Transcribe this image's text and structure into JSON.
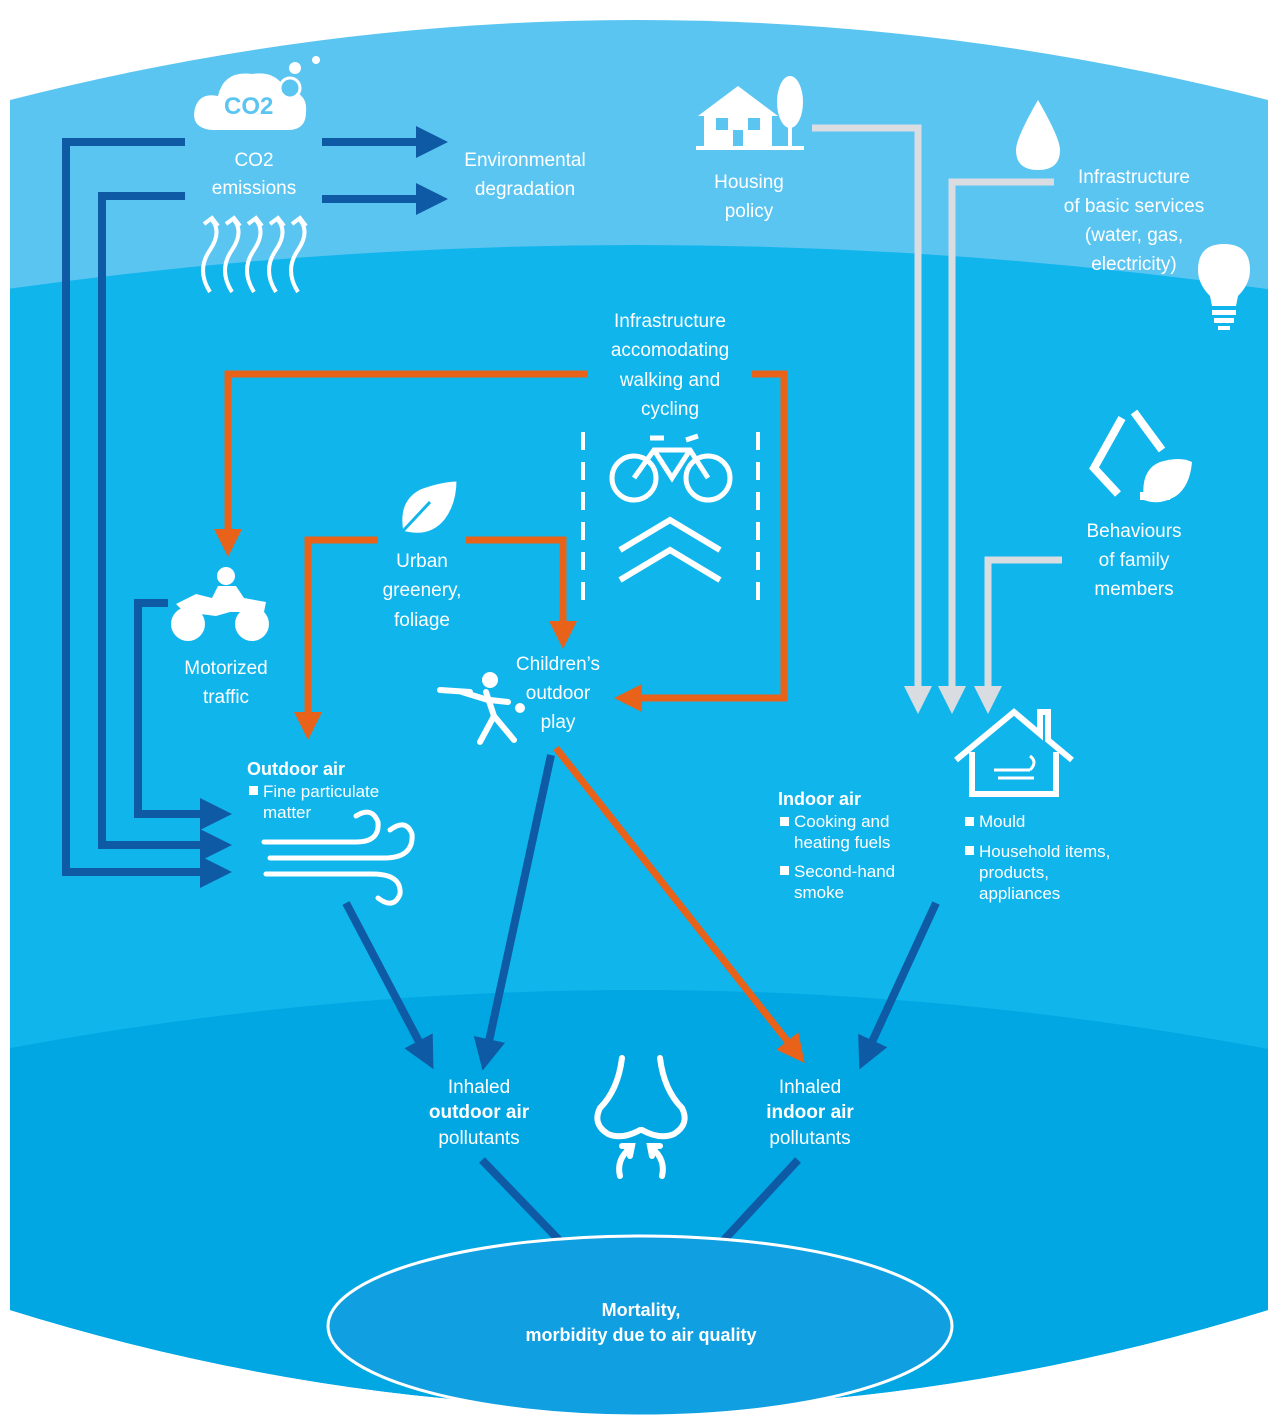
{
  "colors": {
    "band_top": "#5bc5f2",
    "band_mid": "#10b5ec",
    "band_bottom": "#00a7e3",
    "ellipse": "#109fe0",
    "dark_arrow": "#0f5aa5",
    "orange_arrow": "#e8621a",
    "grey_arrow": "#d9dde2",
    "text": "#ffffff"
  },
  "top": {
    "co2_cloud": "CO2",
    "co2_line1": "CO2",
    "co2_line2": "emissions",
    "env_line1": "Environmental",
    "env_line2": "degradation",
    "housing_line1": "Housing",
    "housing_line2": "policy",
    "infra_line1": "Infrastructure",
    "infra_line2": "of basic services",
    "infra_line3": "(water, gas,",
    "infra_line4": "electricity)"
  },
  "middle": {
    "walk_line1": "Infrastructure",
    "walk_line2": "accomodating",
    "walk_line3": "walking and",
    "walk_line4": "cycling",
    "green_line1": "Urban",
    "green_line2": "greenery,",
    "green_line3": "foliage",
    "traffic_line1": "Motorized",
    "traffic_line2": "traffic",
    "play_line1": "Children’s",
    "play_line2": "outdoor",
    "play_line3": "play",
    "behav_line1": "Behaviours",
    "behav_line2": "of family",
    "behav_line3": "members",
    "outdoor_title": "Outdoor air",
    "outdoor_item1a": "Fine particulate",
    "outdoor_item1b": "matter",
    "indoor_title": "Indoor air",
    "indoor_item1a": "Cooking and",
    "indoor_item1b": "heating fuels",
    "indoor_item2a": "Second-hand",
    "indoor_item2b": "smoke",
    "mould": "Mould",
    "household_a": "Household items,",
    "household_b": "products,",
    "household_c": "appliances"
  },
  "bottom": {
    "inhaled_out_1": "Inhaled",
    "inhaled_out_2": "outdoor air",
    "inhaled_out_3": "pollutants",
    "inhaled_in_1": "Inhaled",
    "inhaled_in_2": "indoor air",
    "inhaled_in_3": "pollutants",
    "mortality_1": "Mortality,",
    "mortality_2": "morbidity due to air quality"
  }
}
